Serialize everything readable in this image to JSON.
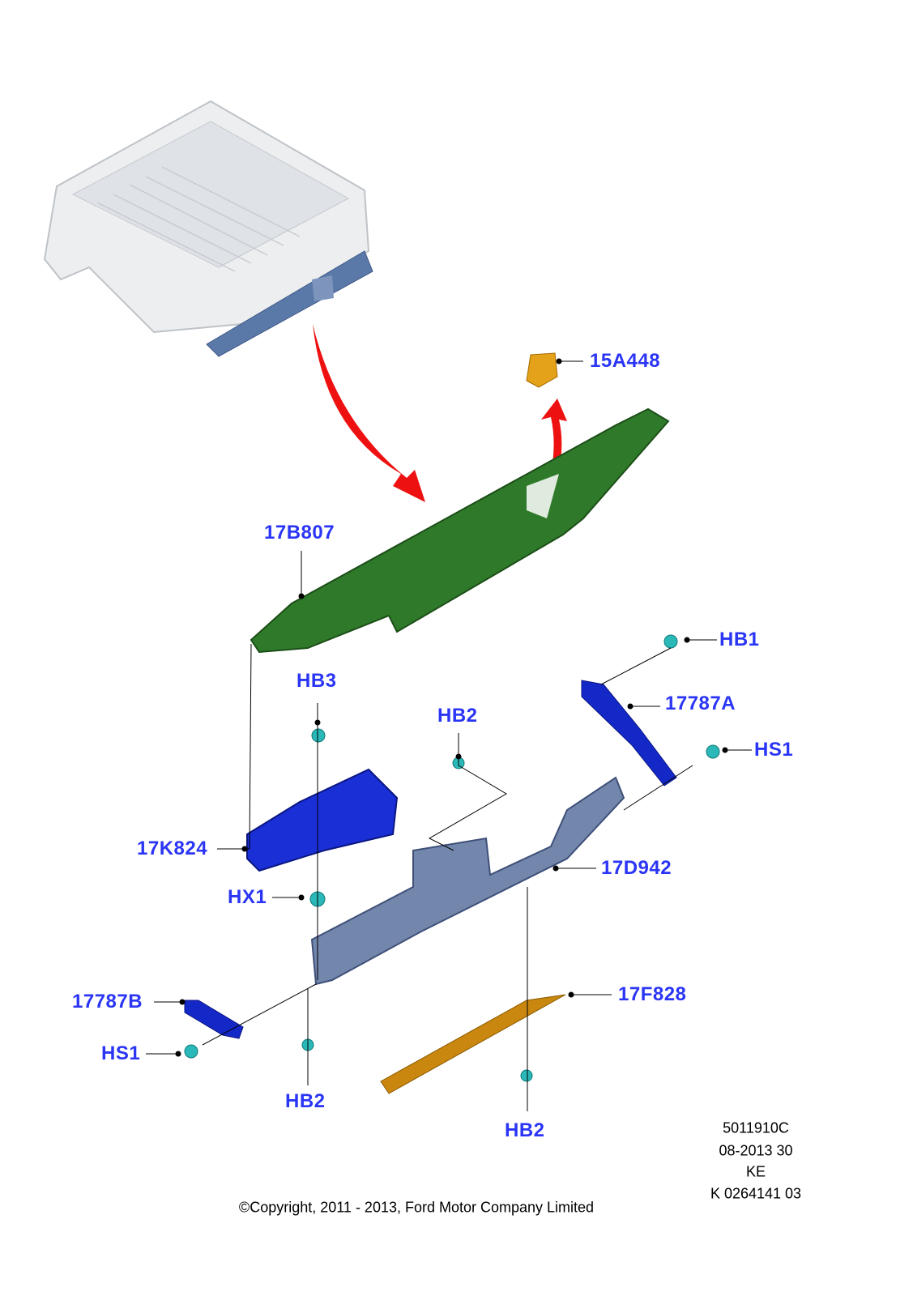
{
  "colors": {
    "label": "#2a35f5",
    "step_bumper": "#2f7a2a",
    "pad": "#1428c8",
    "frame": "#6f82a8",
    "fastener": "#2ab8b8",
    "orange_part": "#d28b10",
    "arrow": "#ee1111"
  },
  "callouts": {
    "p15A448": "15A448",
    "p17B807": "17B807",
    "hb1": "HB1",
    "hb3": "HB3",
    "hb2_top": "HB2",
    "p17787A": "17787A",
    "hs1_right": "HS1",
    "p17K824": "17K824",
    "p17D942": "17D942",
    "hx1": "HX1",
    "p17787B": "17787B",
    "p17F828": "17F828",
    "hs1_left": "HS1",
    "hb2_left": "HB2",
    "hb2_bottom": "HB2"
  },
  "meta": {
    "diagram_number": "5011910C",
    "date_code": "08-2013 30",
    "region": "KE",
    "ref": "K 0264141 03",
    "copyright": "©Copyright, 2011 - 2013, Ford Motor Company Limited"
  }
}
